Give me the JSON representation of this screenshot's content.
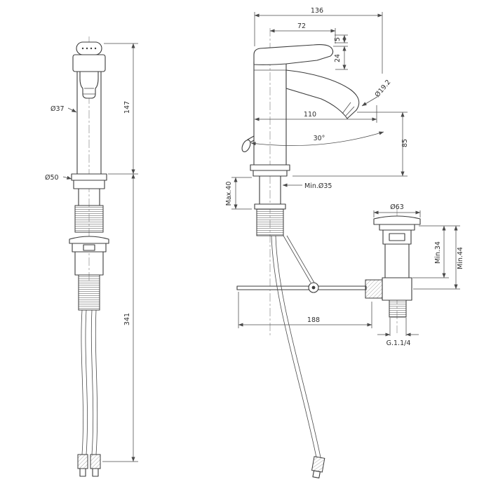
{
  "front_view": {
    "body_diameter": "Ø37",
    "base_diameter": "Ø50",
    "height_above_deck": "147",
    "length_below_deck": "341"
  },
  "side_view": {
    "overall_depth": "136",
    "handle_length": "72",
    "handle_tip_offset": "5",
    "handle_height": "24",
    "outlet_diameter": "Ø19.2",
    "spout_reach": "110",
    "spout_angle": "30°",
    "outlet_height": "85",
    "min_hole_diameter": "Min.Ø35",
    "max_deck_thickness": "Max.40",
    "waste_flange_diameter": "Ø63",
    "waste_min_depth_1": "Min.34",
    "waste_min_depth_2": "Min.44",
    "rod_horizontal_distance": "188",
    "waste_thread": "G.1.1/4"
  }
}
